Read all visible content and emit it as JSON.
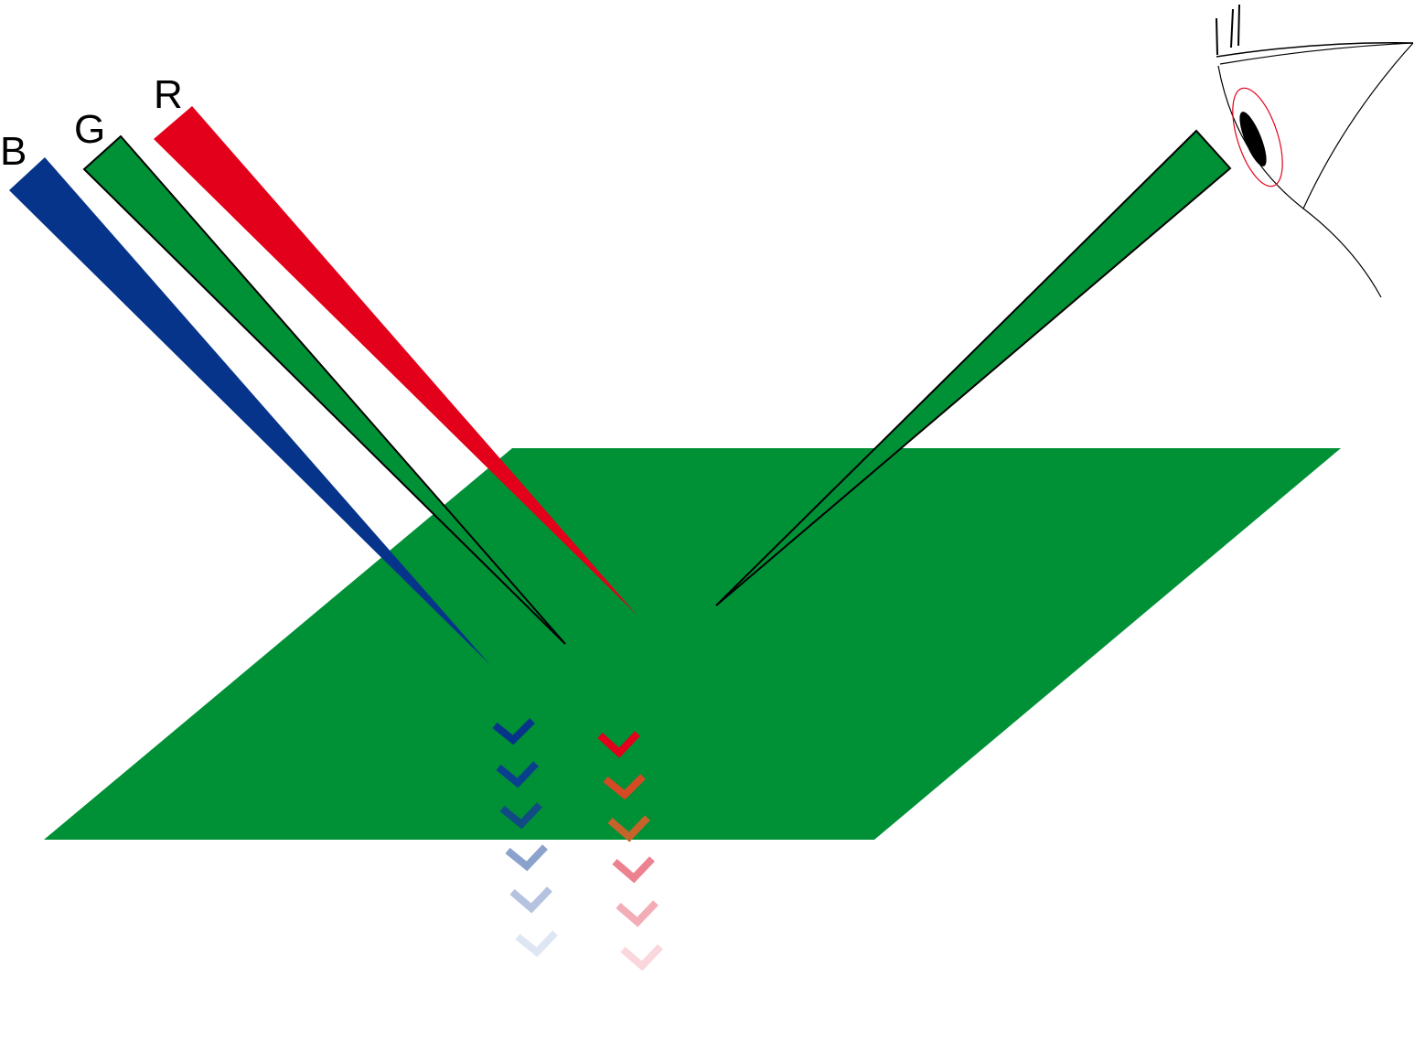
{
  "labels": {
    "blue": "B",
    "green": "G",
    "red": "R"
  },
  "colors": {
    "surface": "#009036",
    "blue_beam": "#06348a",
    "green_beam": "#009036",
    "red_beam": "#e2001a",
    "beam_outline": "#000000",
    "eye_pupil": "#000000",
    "eye_iris_outline": "#e2001a"
  },
  "absorbed_blue_chevrons": {
    "count": 6,
    "colors": [
      "#06348a",
      "#0a3f8e",
      "#104b84",
      "#8aa2cc",
      "#b5c3e0",
      "#dfe6f3"
    ]
  },
  "absorbed_red_chevrons": {
    "count": 6,
    "colors": [
      "#e2001a",
      "#d44a24",
      "#c6632a",
      "#ec8290",
      "#f3adb6",
      "#f9d7dc"
    ]
  },
  "icons": [
    "eye-icon"
  ]
}
